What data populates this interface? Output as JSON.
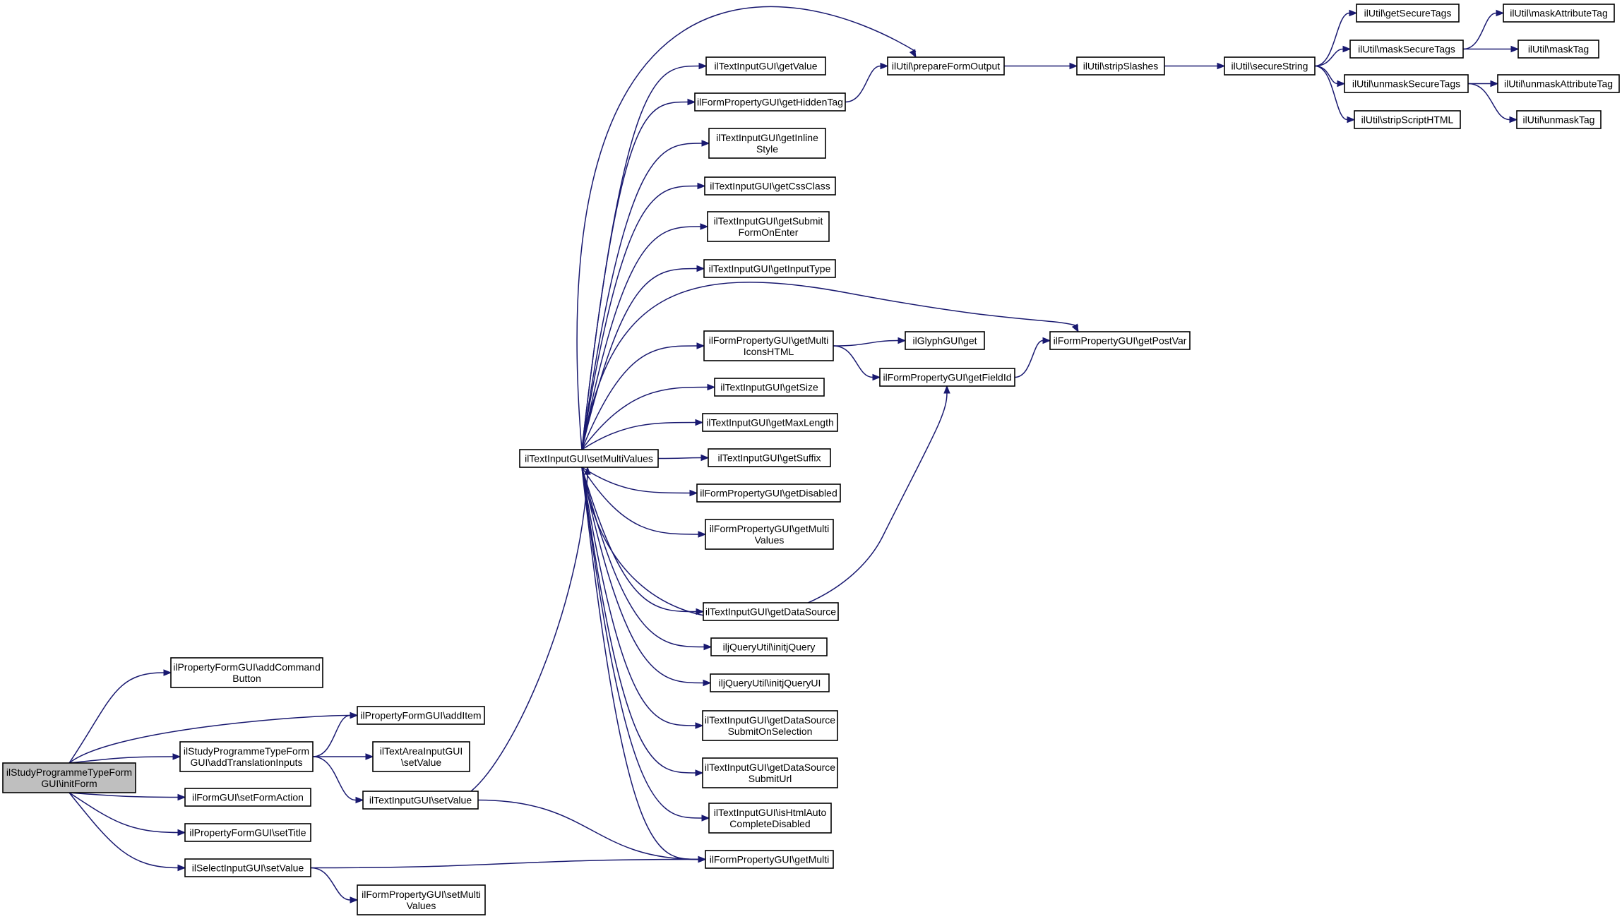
{
  "nodes": [
    {
      "id": "initForm",
      "lines": [
        "ilStudyProgrammeTypeForm",
        "GUI\\initForm"
      ],
      "root": true
    },
    {
      "id": "addCommandButton",
      "lines": [
        "ilPropertyFormGUI\\addCommand",
        "Button"
      ]
    },
    {
      "id": "addItem",
      "lines": [
        "ilPropertyFormGUI\\addItem"
      ]
    },
    {
      "id": "addTranslationInputs",
      "lines": [
        "ilStudyProgrammeTypeForm",
        "GUI\\addTranslationInputs"
      ]
    },
    {
      "id": "taSetValue",
      "lines": [
        "ilTextAreaInputGUI",
        "\\setValue"
      ]
    },
    {
      "id": "tiSetValue",
      "lines": [
        "ilTextInputGUI\\setValue"
      ]
    },
    {
      "id": "setFormAction",
      "lines": [
        "ilFormGUI\\setFormAction"
      ]
    },
    {
      "id": "setTitle",
      "lines": [
        "ilPropertyFormGUI\\setTitle"
      ]
    },
    {
      "id": "selSetValue",
      "lines": [
        "ilSelectInputGUI\\setValue"
      ]
    },
    {
      "id": "setMultiValuesFP",
      "lines": [
        "ilFormPropertyGUI\\setMulti",
        "Values"
      ]
    },
    {
      "id": "setMultiValues",
      "lines": [
        "ilTextInputGUI\\setMultiValues"
      ]
    },
    {
      "id": "getValue",
      "lines": [
        "ilTextInputGUI\\getValue"
      ]
    },
    {
      "id": "getHiddenTag",
      "lines": [
        "ilFormPropertyGUI\\getHiddenTag"
      ]
    },
    {
      "id": "getInlineStyle",
      "lines": [
        "ilTextInputGUI\\getInline",
        "Style"
      ]
    },
    {
      "id": "getCssClass",
      "lines": [
        "ilTextInputGUI\\getCssClass"
      ]
    },
    {
      "id": "getSubmitFormOnEnter",
      "lines": [
        "ilTextInputGUI\\getSubmit",
        "FormOnEnter"
      ]
    },
    {
      "id": "getInputType",
      "lines": [
        "ilTextInputGUI\\getInputType"
      ]
    },
    {
      "id": "getMultiIconsHTML",
      "lines": [
        "ilFormPropertyGUI\\getMulti",
        "IconsHTML"
      ]
    },
    {
      "id": "getSize",
      "lines": [
        "ilTextInputGUI\\getSize"
      ]
    },
    {
      "id": "getMaxLength",
      "lines": [
        "ilTextInputGUI\\getMaxLength"
      ]
    },
    {
      "id": "getSuffix",
      "lines": [
        "ilTextInputGUI\\getSuffix"
      ]
    },
    {
      "id": "getDisabled",
      "lines": [
        "ilFormPropertyGUI\\getDisabled"
      ]
    },
    {
      "id": "getMultiValues",
      "lines": [
        "ilFormPropertyGUI\\getMulti",
        "Values"
      ]
    },
    {
      "id": "getDataSource",
      "lines": [
        "ilTextInputGUI\\getDataSource"
      ]
    },
    {
      "id": "initjQuery",
      "lines": [
        "iljQueryUtil\\initjQuery"
      ]
    },
    {
      "id": "initjQueryUI",
      "lines": [
        "iljQueryUtil\\initjQueryUI"
      ]
    },
    {
      "id": "getDataSourceSubmitOnSelection",
      "lines": [
        "ilTextInputGUI\\getDataSource",
        "SubmitOnSelection"
      ]
    },
    {
      "id": "getDataSourceSubmitUrl",
      "lines": [
        "ilTextInputGUI\\getDataSource",
        "SubmitUrl"
      ]
    },
    {
      "id": "isHtmlAutoCompleteDisabled",
      "lines": [
        "ilTextInputGUI\\isHtmlAuto",
        "CompleteDisabled"
      ]
    },
    {
      "id": "getMulti",
      "lines": [
        "ilFormPropertyGUI\\getMulti"
      ]
    },
    {
      "id": "prepareFormOutput",
      "lines": [
        "ilUtil\\prepareFormOutput"
      ]
    },
    {
      "id": "stripSlashes",
      "lines": [
        "ilUtil\\stripSlashes"
      ]
    },
    {
      "id": "secureString",
      "lines": [
        "ilUtil\\secureString"
      ]
    },
    {
      "id": "getSecureTags",
      "lines": [
        "ilUtil\\getSecureTags"
      ]
    },
    {
      "id": "maskSecureTags",
      "lines": [
        "ilUtil\\maskSecureTags"
      ]
    },
    {
      "id": "unmaskSecureTags",
      "lines": [
        "ilUtil\\unmaskSecureTags"
      ]
    },
    {
      "id": "stripScriptHTML",
      "lines": [
        "ilUtil\\stripScriptHTML"
      ]
    },
    {
      "id": "maskAttributeTag",
      "lines": [
        "ilUtil\\maskAttributeTag"
      ]
    },
    {
      "id": "maskTag",
      "lines": [
        "ilUtil\\maskTag"
      ]
    },
    {
      "id": "unmaskAttributeTag",
      "lines": [
        "ilUtil\\unmaskAttributeTag"
      ]
    },
    {
      "id": "unmaskTag",
      "lines": [
        "ilUtil\\unmaskTag"
      ]
    },
    {
      "id": "glyphGet",
      "lines": [
        "ilGlyphGUI\\get"
      ]
    },
    {
      "id": "getFieldId",
      "lines": [
        "ilFormPropertyGUI\\getFieldId"
      ]
    },
    {
      "id": "getPostVar",
      "lines": [
        "ilFormPropertyGUI\\getPostVar"
      ]
    }
  ],
  "edges": [
    [
      "initForm",
      "addCommandButton"
    ],
    [
      "initForm",
      "addItem"
    ],
    [
      "initForm",
      "addTranslationInputs"
    ],
    [
      "initForm",
      "setFormAction"
    ],
    [
      "initForm",
      "setTitle"
    ],
    [
      "initForm",
      "selSetValue"
    ],
    [
      "addTranslationInputs",
      "addItem"
    ],
    [
      "addTranslationInputs",
      "taSetValue"
    ],
    [
      "addTranslationInputs",
      "tiSetValue"
    ],
    [
      "tiSetValue",
      "setMultiValues"
    ],
    [
      "tiSetValue",
      "getMulti"
    ],
    [
      "selSetValue",
      "getMulti"
    ],
    [
      "selSetValue",
      "setMultiValuesFP"
    ],
    [
      "setMultiValues",
      "prepareFormOutput"
    ],
    [
      "setMultiValues",
      "getValue"
    ],
    [
      "setMultiValues",
      "getHiddenTag"
    ],
    [
      "setMultiValues",
      "getInlineStyle"
    ],
    [
      "setMultiValues",
      "getCssClass"
    ],
    [
      "setMultiValues",
      "getSubmitFormOnEnter"
    ],
    [
      "setMultiValues",
      "getInputType"
    ],
    [
      "setMultiValues",
      "getPostVar"
    ],
    [
      "setMultiValues",
      "getMultiIconsHTML"
    ],
    [
      "setMultiValues",
      "getSize"
    ],
    [
      "setMultiValues",
      "getMaxLength"
    ],
    [
      "setMultiValues",
      "getSuffix"
    ],
    [
      "setMultiValues",
      "getDisabled"
    ],
    [
      "setMultiValues",
      "getMultiValues"
    ],
    [
      "setMultiValues",
      "getFieldId"
    ],
    [
      "setMultiValues",
      "getDataSource"
    ],
    [
      "setMultiValues",
      "initjQuery"
    ],
    [
      "setMultiValues",
      "initjQueryUI"
    ],
    [
      "setMultiValues",
      "getDataSourceSubmitOnSelection"
    ],
    [
      "setMultiValues",
      "getDataSourceSubmitUrl"
    ],
    [
      "setMultiValues",
      "isHtmlAutoCompleteDisabled"
    ],
    [
      "setMultiValues",
      "getMulti"
    ],
    [
      "getHiddenTag",
      "prepareFormOutput"
    ],
    [
      "prepareFormOutput",
      "stripSlashes"
    ],
    [
      "stripSlashes",
      "secureString"
    ],
    [
      "secureString",
      "getSecureTags"
    ],
    [
      "secureString",
      "maskSecureTags"
    ],
    [
      "secureString",
      "unmaskSecureTags"
    ],
    [
      "secureString",
      "stripScriptHTML"
    ],
    [
      "maskSecureTags",
      "maskAttributeTag"
    ],
    [
      "maskSecureTags",
      "maskTag"
    ],
    [
      "unmaskSecureTags",
      "unmaskAttributeTag"
    ],
    [
      "unmaskSecureTags",
      "unmaskTag"
    ],
    [
      "getMultiIconsHTML",
      "glyphGet"
    ],
    [
      "getMultiIconsHTML",
      "getFieldId"
    ],
    [
      "getFieldId",
      "getPostVar"
    ]
  ],
  "colors": {
    "edge": "#191970",
    "node_border": "#000000",
    "root_fill": "#bfbfbf",
    "node_fill": "#ffffff"
  }
}
